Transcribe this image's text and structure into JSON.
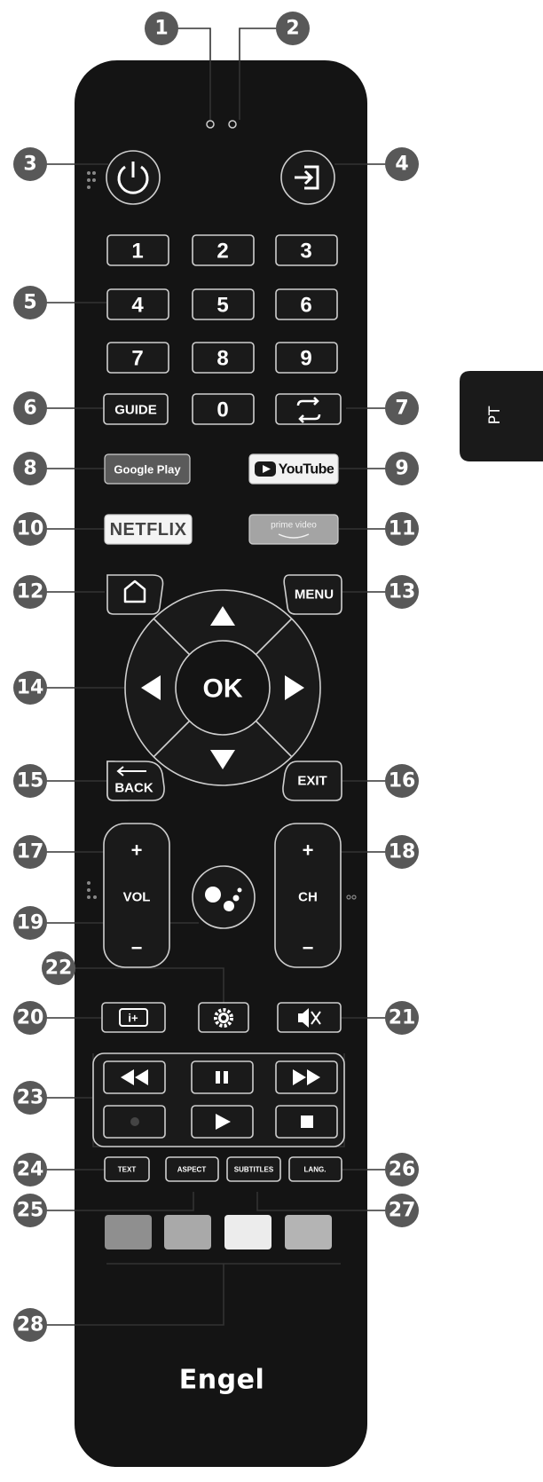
{
  "side_tab": {
    "label": "PT"
  },
  "callouts": [
    "1",
    "2",
    "3",
    "4",
    "5",
    "6",
    "7",
    "8",
    "9",
    "10",
    "11",
    "12",
    "13",
    "14",
    "15",
    "16",
    "17",
    "18",
    "19",
    "20",
    "21",
    "22",
    "23",
    "24",
    "25",
    "26",
    "27",
    "28"
  ],
  "keys": {
    "digits": [
      "1",
      "2",
      "3",
      "4",
      "5",
      "6",
      "7",
      "8",
      "9",
      "0"
    ],
    "guide": "GUIDE",
    "google_play": "Google Play",
    "youtube": "YouTube",
    "netflix": "NETFLIX",
    "prime_video": "prime video",
    "menu": "MENU",
    "ok": "OK",
    "back": "BACK",
    "exit": "EXIT",
    "vol": "VOL",
    "ch": "CH",
    "plus": "+",
    "minus": "−",
    "info": "i+",
    "text": "TEXT",
    "aspect": "ASPECT",
    "subtitles": "SUBTITLES",
    "lang": "LANG."
  },
  "brand": {
    "name": "Engel"
  },
  "colors": {
    "body": "#141414",
    "callout": "#585858",
    "color_keys": [
      "#8f8f8f",
      "#a9a9a9",
      "#ececec",
      "#b4b4b4"
    ]
  }
}
